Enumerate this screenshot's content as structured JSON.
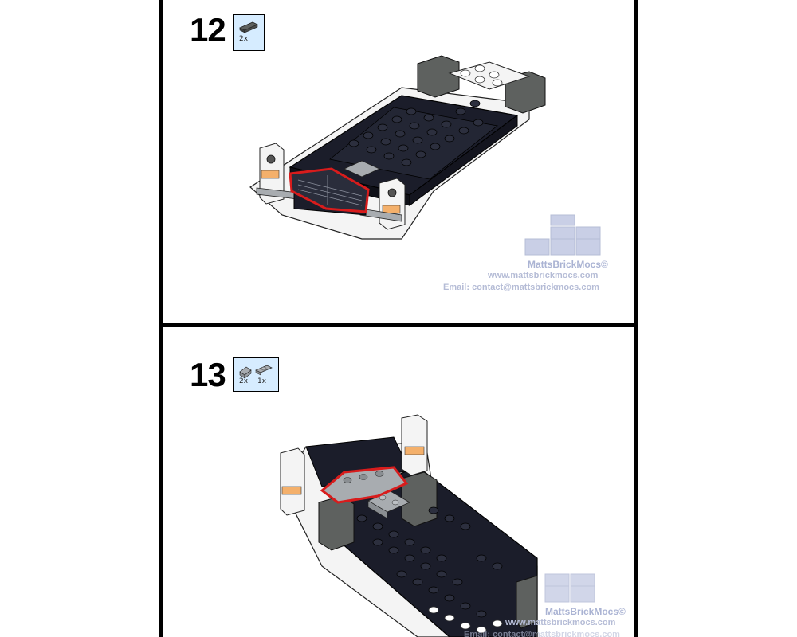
{
  "steps": [
    {
      "number": "12",
      "parts": [
        {
          "name": "dark-gray-tile",
          "quantity": "2x"
        }
      ],
      "highlight_color": "#d81c1c"
    },
    {
      "number": "13",
      "parts": [
        {
          "name": "light-gray-slope",
          "quantity": "2x"
        },
        {
          "name": "light-gray-jumper-plate",
          "quantity": "1x"
        }
      ],
      "highlight_color": "#d81c1c"
    }
  ],
  "watermark": {
    "brand": "MattsBrickMocs",
    "brand_mark": "©",
    "website": "www.mattsbrickmocs.com",
    "email": "Email: contact@mattsbrickmocs.com"
  },
  "colors": {
    "black_brick": "#1b1d2a",
    "dark_gray_brick": "#5e615f",
    "light_gray_brick": "#a8acb0",
    "white_brick": "#f4f4f4",
    "trans_orange": "#f4b06b",
    "parts_box_bg": "#d6ecff"
  }
}
